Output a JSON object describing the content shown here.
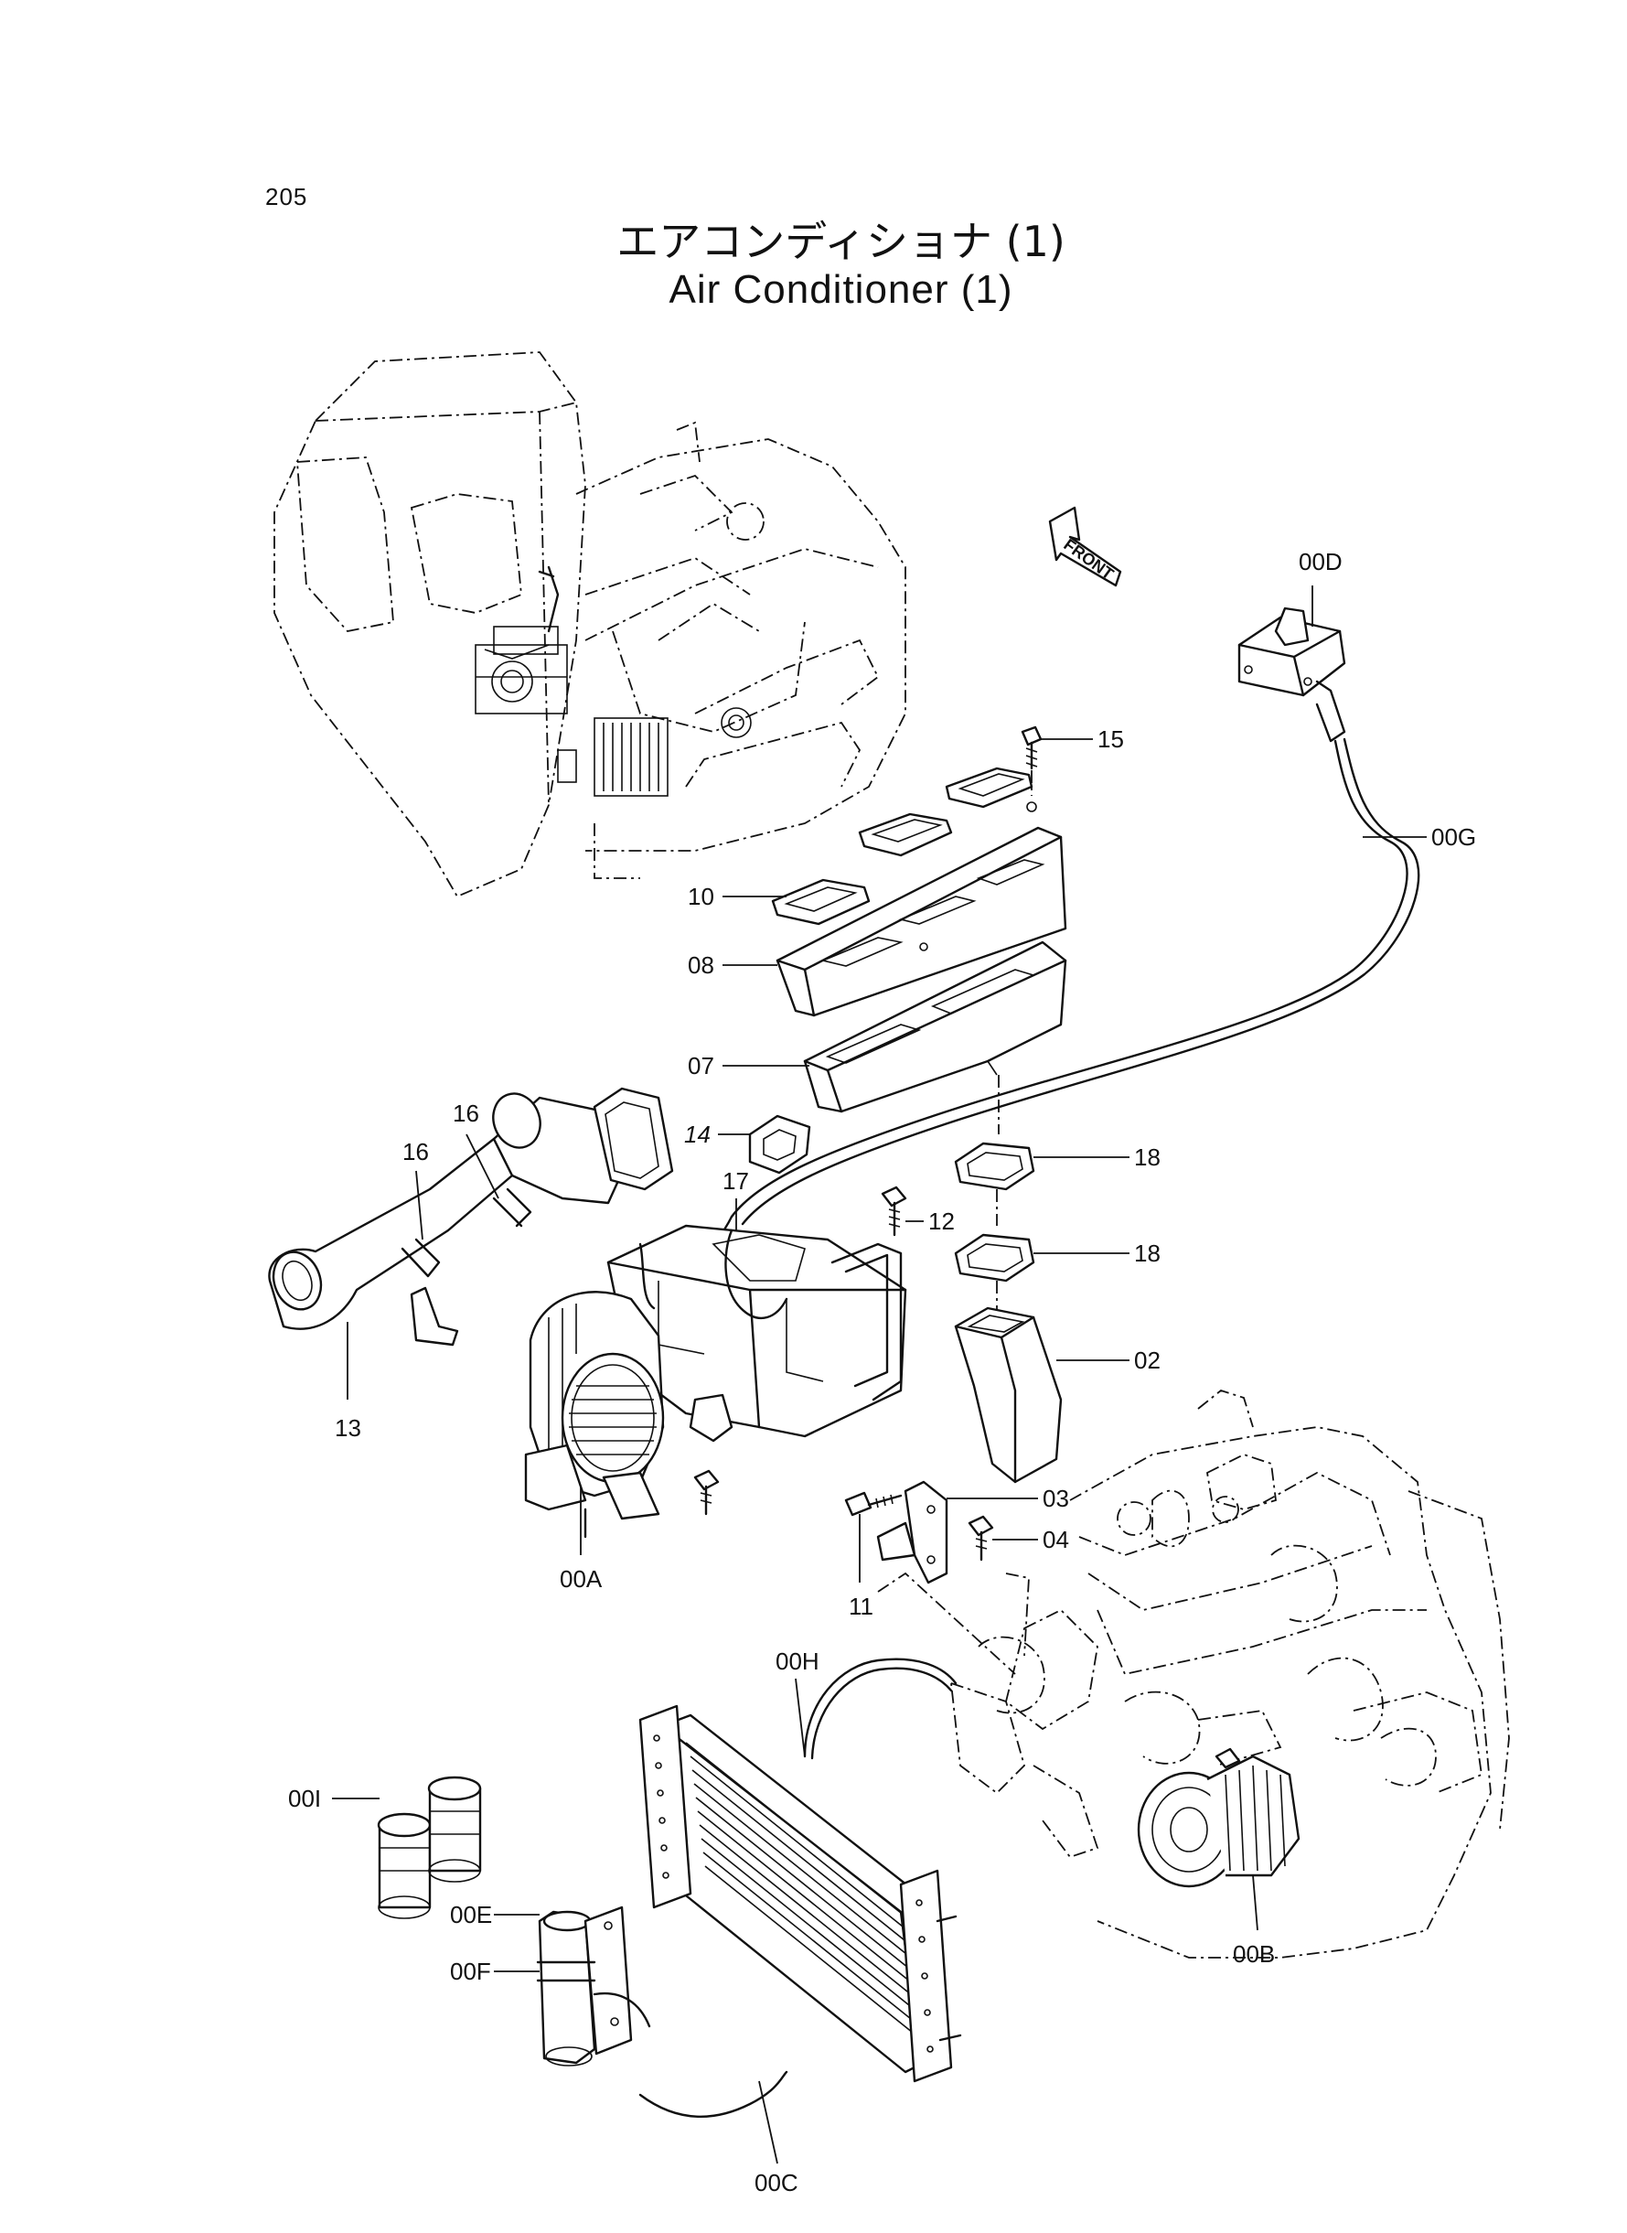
{
  "page_number": "205",
  "title_jp": "エアコンディショナ (1)",
  "title_en": "Air Conditioner (1)",
  "front_arrow_label": "FRONT",
  "parts": {
    "p00A": "00A",
    "p00B": "00B",
    "p00C": "00C",
    "p00D": "00D",
    "p00E": "00E",
    "p00F": "00F",
    "p00G": "00G",
    "p00H": "00H",
    "p00I": "00I",
    "p02": "02",
    "p03": "03",
    "p04": "04",
    "p07": "07",
    "p08": "08",
    "p10": "10",
    "p11": "11",
    "p12": "12",
    "p13": "13",
    "p14": "14",
    "p15": "15",
    "p16a": "16",
    "p16b": "16",
    "p17": "17",
    "p18a": "18",
    "p18b": "18"
  }
}
